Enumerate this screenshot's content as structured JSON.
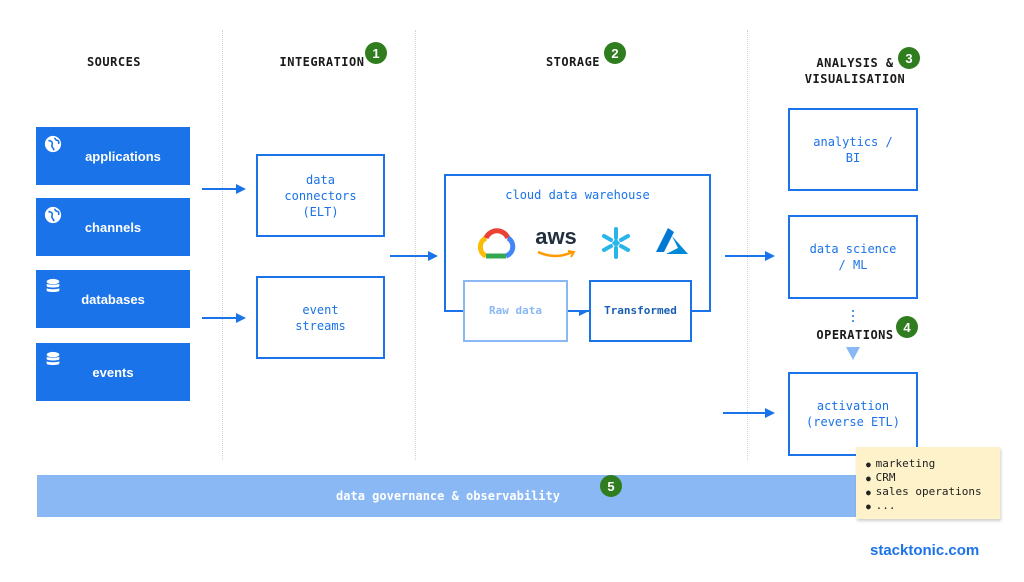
{
  "headers": {
    "sources": "SOURCES",
    "integration": "INTEGRATION",
    "storage": "STORAGE",
    "analysis_line1": "ANALYSIS &",
    "analysis_line2": "VISUALISATION",
    "operations": "OPERATIONS"
  },
  "badges": {
    "integration": "1",
    "storage": "2",
    "analysis": "3",
    "operations": "4",
    "governance": "5"
  },
  "sources": [
    {
      "label": "applications",
      "icon": "globe-icon"
    },
    {
      "label": "channels",
      "icon": "globe-icon"
    },
    {
      "label": "databases",
      "icon": "database-icon"
    },
    {
      "label": "events",
      "icon": "database-icon"
    }
  ],
  "integration": {
    "connectors": [
      "data",
      "connectors",
      "(ELT)"
    ],
    "streams": [
      "event",
      "streams"
    ]
  },
  "storage": {
    "title": "cloud data warehouse",
    "raw": "Raw data",
    "transformed": "Transformed",
    "logos": [
      "google-cloud-logo",
      "aws-logo",
      "snowflake-logo",
      "azure-logo"
    ],
    "aws_text": "aws"
  },
  "analysis": {
    "bi": [
      "analytics /",
      "BI"
    ],
    "ds": [
      "data science",
      "/ ML"
    ]
  },
  "operations": {
    "activation": [
      "activation",
      "(reverse ETL)"
    ],
    "note": [
      "marketing",
      "CRM",
      "sales operations",
      "..."
    ]
  },
  "governance": "data governance & observability",
  "brand": "stacktonic.com",
  "colors": {
    "primary": "#1a73e8",
    "light": "#8ab8f5",
    "badge": "#2f7d1f",
    "note": "#fdf2c9"
  }
}
